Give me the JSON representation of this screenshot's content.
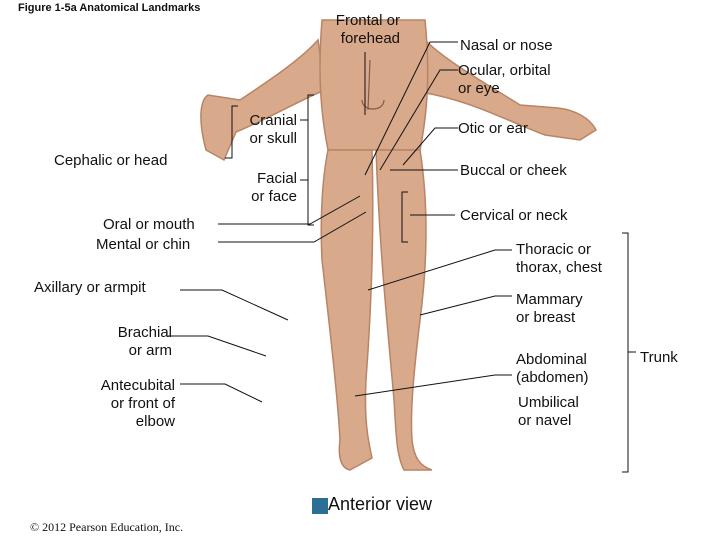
{
  "figure": {
    "title": "Figure 1-5a  Anatomical Landmarks",
    "view_label": "Anterior view",
    "copyright": "© 2012 Pearson Education, Inc.",
    "icon": "pearson-a-icon"
  },
  "labels": {
    "frontal": "Frontal or\nforehead",
    "cranial": "Cranial\nor skull",
    "cephalic": "Cephalic or head",
    "facial": "Facial\nor face",
    "oral": "Oral or mouth",
    "mental": "Mental or chin",
    "axillary": "Axillary or armpit",
    "brachial": "Brachial\nor arm",
    "antecubital": "Antecubital\nor front of\nelbow",
    "nasal": "Nasal or nose",
    "ocular": "Ocular, orbital\nor eye",
    "otic": "Otic or ear",
    "buccal": "Buccal or cheek",
    "cervical": "Cervical or neck",
    "thoracic": "Thoracic or\nthorax, chest",
    "mammary": "Mammary\nor breast",
    "abdominal": "Abdominal\n(abdomen)",
    "umbilical": "Umbilical\nor navel",
    "trunk": "Trunk"
  },
  "colors": {
    "skin": "#d8a98a",
    "skin_shadow": "#b98466",
    "line": "#111111",
    "icon": "#2c6f95"
  }
}
